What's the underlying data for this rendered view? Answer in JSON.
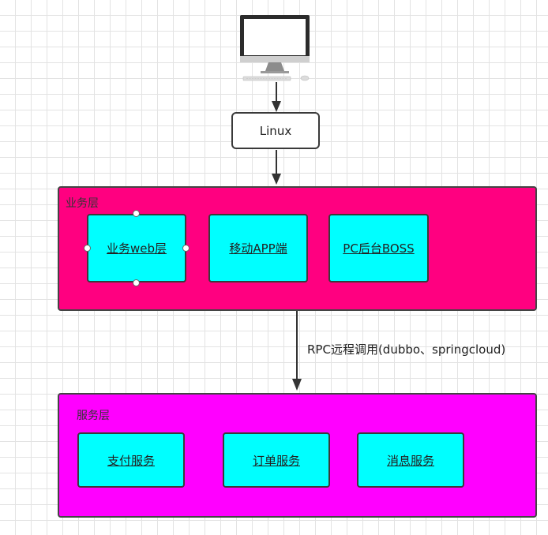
{
  "colors": {
    "business_layer_fill": "#ff0080",
    "service_layer_fill": "#ff00ff",
    "node_fill": "#00ffff",
    "border": "#3a3a3a"
  },
  "icons": {
    "client": "desktop-computer-icon"
  },
  "linux_box": {
    "label": "Linux"
  },
  "business_layer": {
    "title": "业务层",
    "nodes": [
      {
        "label": "业务web层",
        "selected": true
      },
      {
        "label": "移动APP端"
      },
      {
        "label": "PC后台BOSS"
      }
    ]
  },
  "edge_label": "RPC远程调用(dubbo、springcloud)",
  "service_layer": {
    "title": "服务层",
    "nodes": [
      {
        "label": "支付服务"
      },
      {
        "label": "订单服务"
      },
      {
        "label": "消息服务"
      }
    ]
  }
}
